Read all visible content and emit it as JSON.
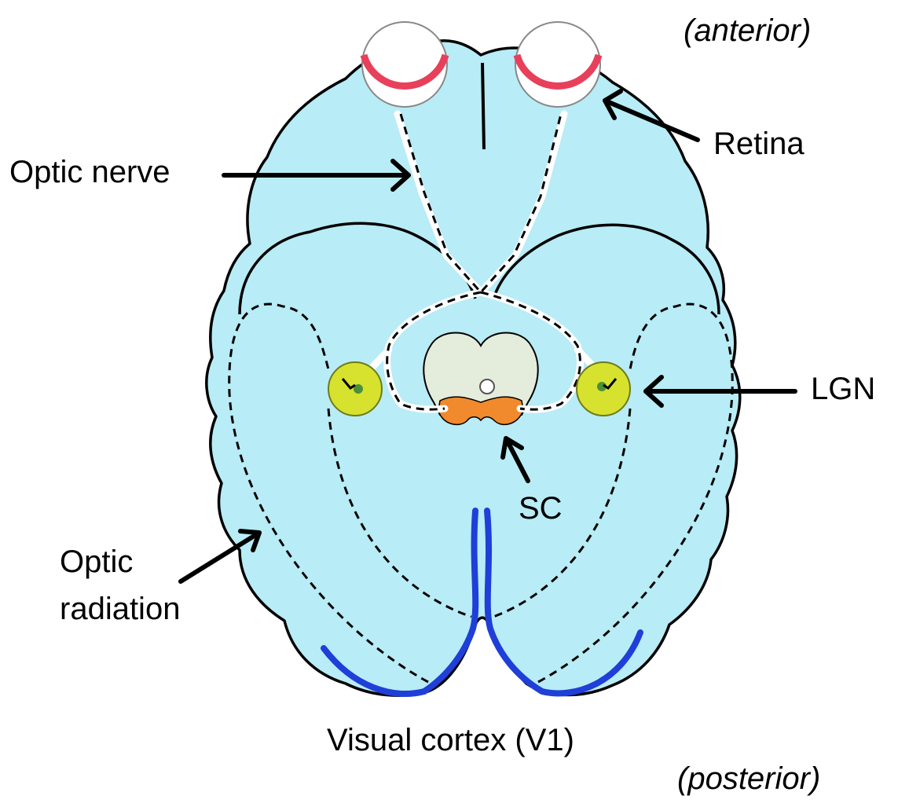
{
  "labels": {
    "anterior": "(anterior)",
    "posterior": "(posterior)",
    "retina": "Retina",
    "optic_nerve": "Optic nerve",
    "lgn": "LGN",
    "sc": "SC",
    "optic_radiation_line1": "Optic",
    "optic_radiation_line2": "radiation",
    "visual_cortex": "Visual cortex (V1)"
  },
  "colors": {
    "brain_fill": "#b8ecf6",
    "retina": "#e8405a",
    "lgn_fill": "#d6e22e",
    "sc_fill": "#f08a2c",
    "midbrain_fill": "#e4ecdc",
    "visual_cortex": "#1f3fd8"
  }
}
